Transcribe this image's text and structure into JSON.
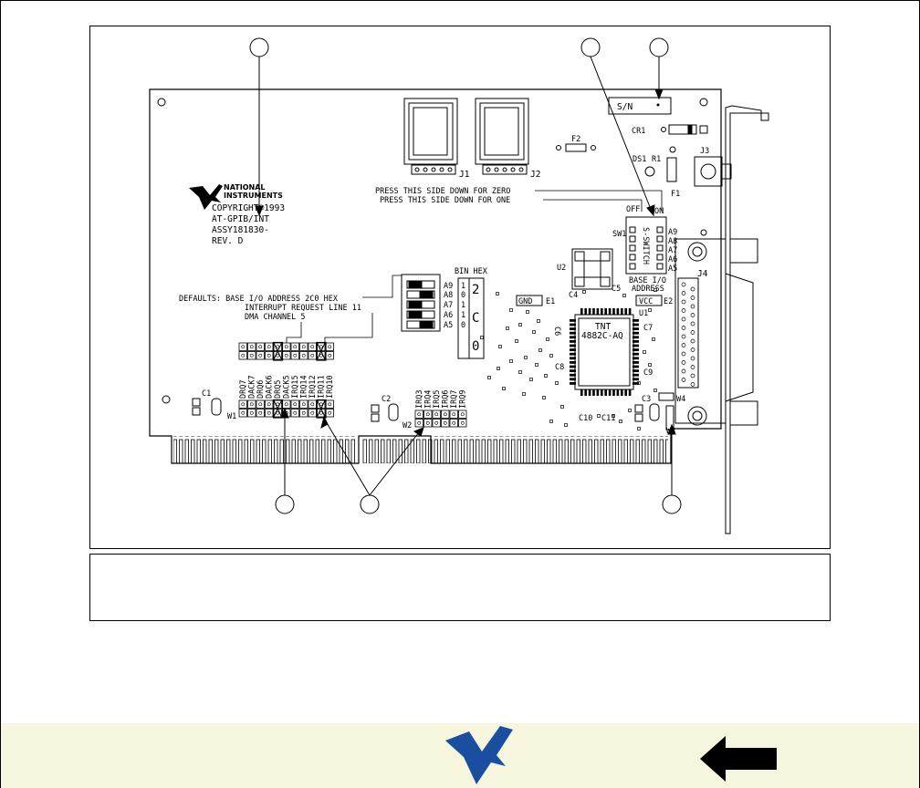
{
  "board": {
    "logo_line1": "NATIONAL",
    "logo_line2": "INSTRUMENTS",
    "copyright": "COPYRIGHT©1993",
    "model": "AT-GPIB/INT",
    "assembly": "ASSY181830-",
    "revision": "REV. D",
    "serial_label": "S/N",
    "press_zero": "PRESS THIS SIDE DOWN FOR ZERO",
    "press_one": "PRESS THIS SIDE DOWN FOR ONE",
    "defaults_line1": "DEFAULTS: BASE I/O ADDRESS 2C0 HEX",
    "defaults_line2": "INTERRUPT REQUEST LINE 11",
    "defaults_line3": "DMA CHANNEL 5",
    "bin_hex": "BIN HEX",
    "chip_line1": "TNT",
    "chip_line2": "4882C-AQ",
    "base_io_line1": "BASE I/O",
    "base_io_line2": "ADDRESS",
    "switch_label": "S-SWITCH",
    "off": "OFF",
    "on": "ON"
  },
  "components": {
    "j1": "J1",
    "j2": "J2",
    "j3": "J3",
    "j4": "J4",
    "f1": "F1",
    "f2": "F2",
    "cr1": "CR1",
    "ds1": "DS1",
    "r1": "R1",
    "sw1": "SW1",
    "u1": "U1",
    "u2": "U2",
    "gnd": "GND",
    "e1": "E1",
    "vcc": "VCC",
    "e2": "E2",
    "c1": "C1",
    "c2": "C2",
    "c3": "C3",
    "c4": "C4",
    "c5": "C5",
    "c6": "C6",
    "c7": "C7",
    "c8": "C8",
    "c9": "C9",
    "c10": "C10",
    "c11": "C11",
    "w1": "W1",
    "w2": "W2",
    "w3": "W3",
    "w4": "W4"
  },
  "addr_bits": [
    "A9",
    "A8",
    "A7",
    "A6",
    "A5"
  ],
  "bin_values": [
    "1",
    "0",
    "1",
    "1",
    "0"
  ],
  "hex_digits": [
    "2",
    "C",
    "0"
  ],
  "w1_labels": [
    "DRQ7",
    "DACK7",
    "DRQ6",
    "DACK6",
    "DRQ5",
    "DACK5",
    "IRQ15",
    "IRQ14",
    "IRQ12",
    "IRQ11",
    "IRQ10"
  ],
  "w2_labels": [
    "IRQ3",
    "IRQ4",
    "IRQ5",
    "IRQ6",
    "IRQ7",
    "IRQ9"
  ]
}
